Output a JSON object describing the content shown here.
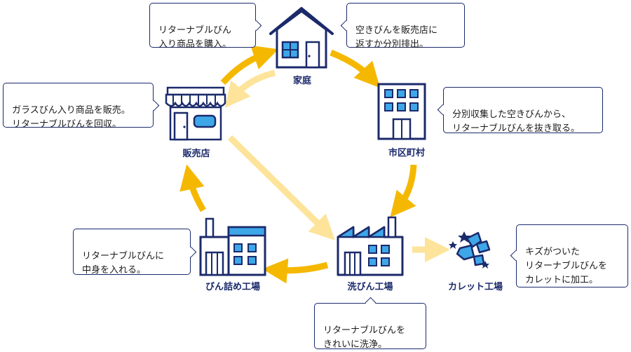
{
  "nodes": {
    "home": "家庭",
    "store": "販売店",
    "city": "市区町村",
    "wash_factory": "洗びん工場",
    "bottling_factory": "びん詰め工場",
    "cullet_factory": "カレット工場"
  },
  "bubbles": {
    "home_buy": "リターナブルびん\n入り商品を購入。",
    "home_return": "空きびんを販売店に\n返すか分別排出。",
    "store": "ガラスびん入り商品を販売。\nリターナブルびんを回収。",
    "city": "分別収集した空きびんから、\nリターナブルびんを抜き取る。",
    "bottling": "リターナブルびんに\n中身を入れる。",
    "cullet": "キズがついた\nリターナブルびんを\nカレットに加工。",
    "wash": "リターナブルびんを\nきれいに洗浄。"
  },
  "colors": {
    "navy": "#1b2a6b",
    "accent_blue": "#3ea7e8",
    "arrow_main": "#f5b800",
    "arrow_light": "#fde49a"
  }
}
